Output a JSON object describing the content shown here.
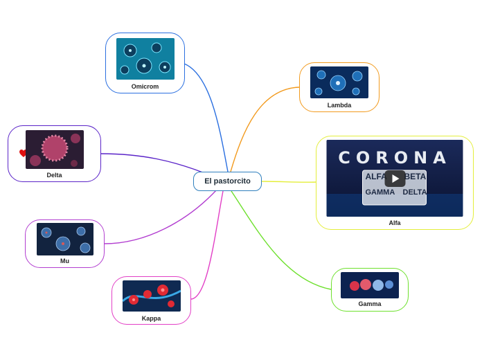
{
  "diagram": {
    "center": {
      "label": "El pastorcito"
    },
    "nodes": {
      "omicrom": {
        "label": "Omicrom",
        "color": "#2a6fe0"
      },
      "delta": {
        "label": "Delta",
        "color": "#5a23c8"
      },
      "mu": {
        "label": "Mu",
        "color": "#b23ed0"
      },
      "kappa": {
        "label": "Kappa",
        "color": "#e23fc6"
      },
      "lambda": {
        "label": "Lambda",
        "color": "#f29a1d"
      },
      "alfa": {
        "label": "Alfa",
        "color": "#e4ee3a"
      },
      "gamma": {
        "label": "Gamma",
        "color": "#6de02c"
      }
    },
    "video": {
      "banner": "CORONA",
      "words": [
        "ALFA",
        "BETA",
        "GAMMA",
        "DELTA"
      ]
    }
  }
}
